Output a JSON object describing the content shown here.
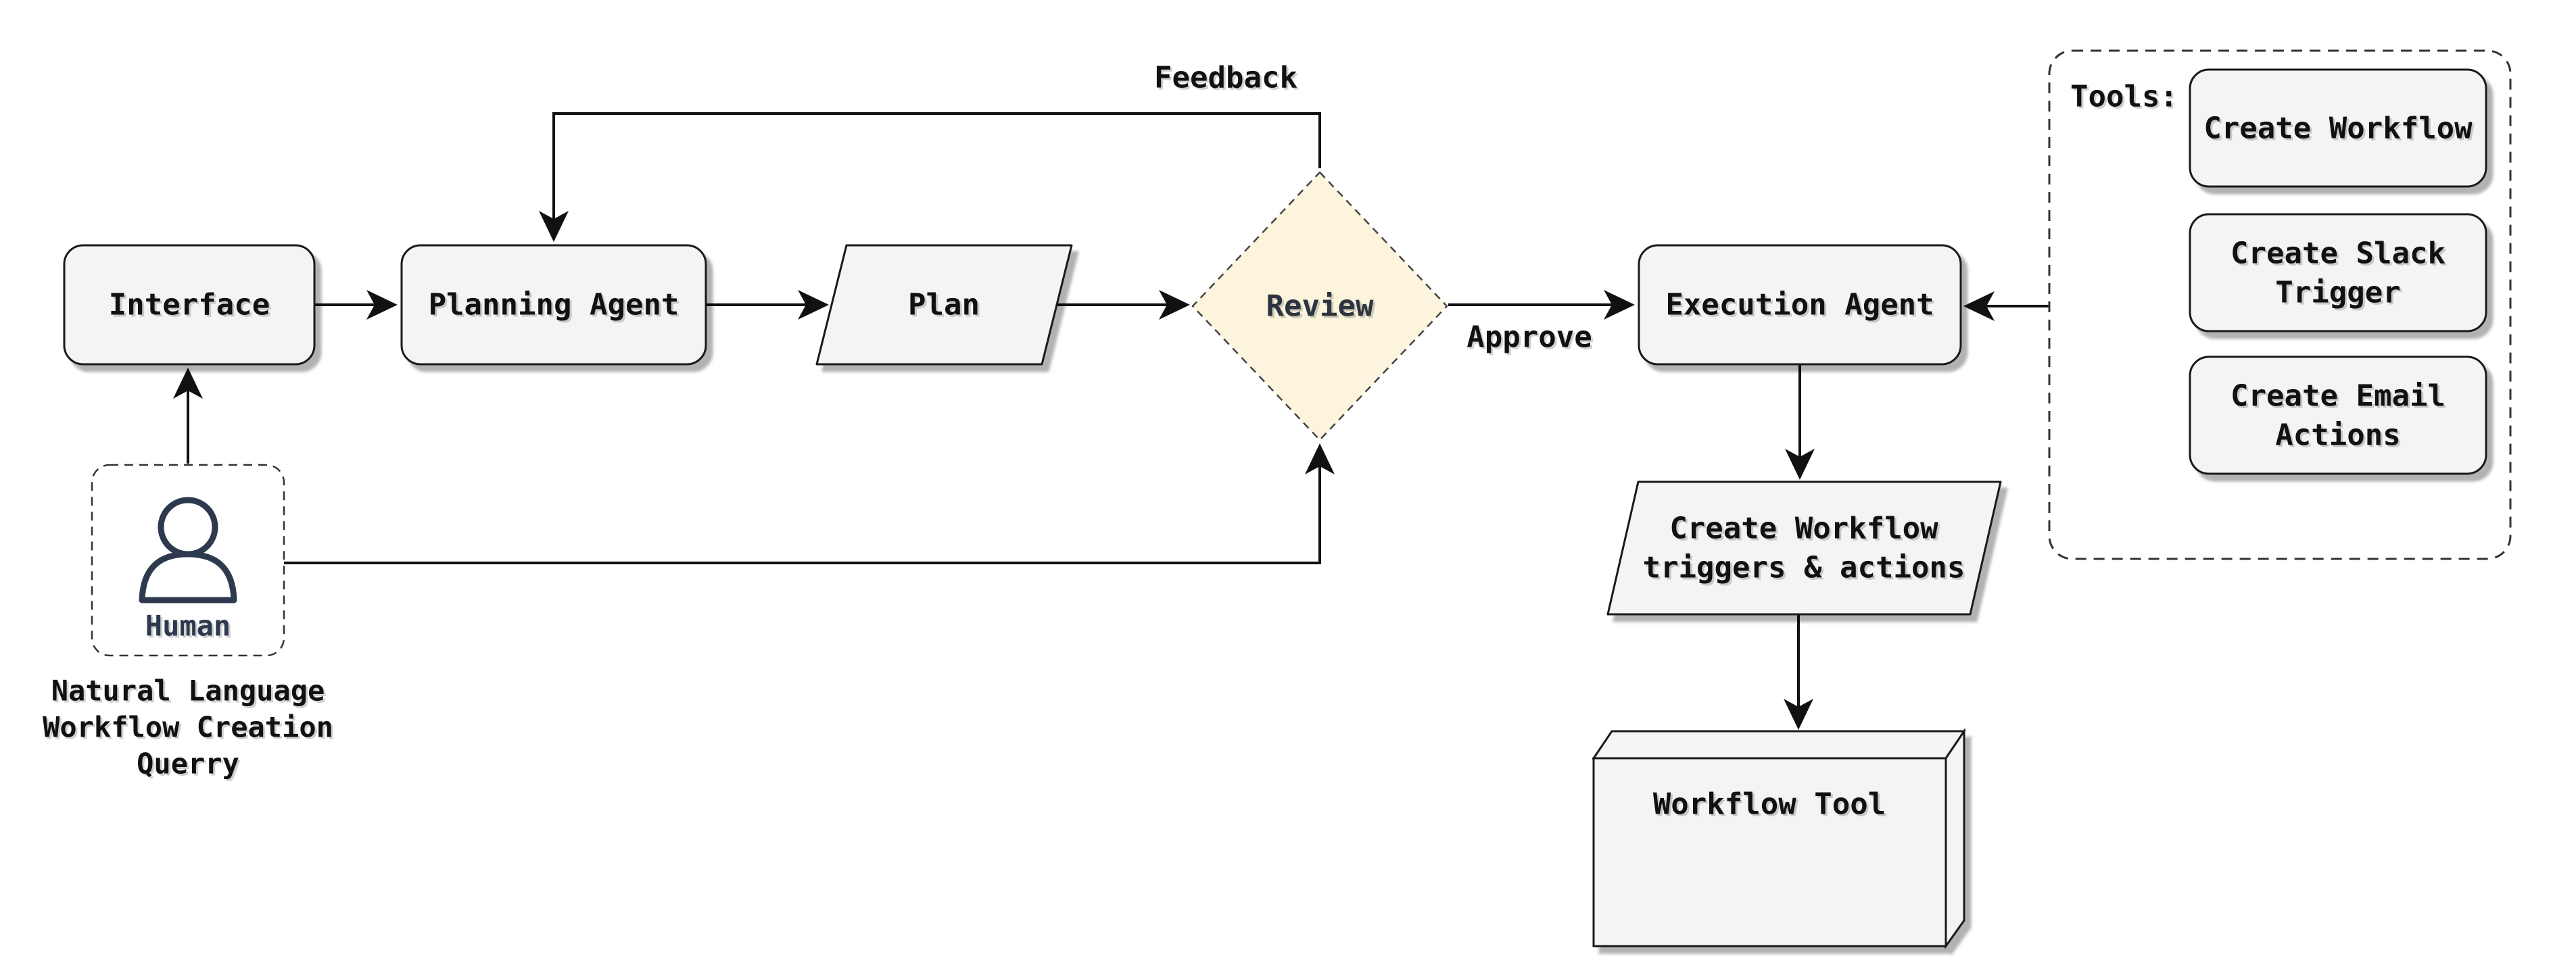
{
  "diagram": {
    "colors": {
      "node_fill": "#f4f4f4",
      "node_border": "#1a1a1a",
      "review_fill": "#fcf4dc",
      "accent_dark": "#2d3a4e",
      "edge": "#111111"
    },
    "nodes": {
      "interface": {
        "label": "Interface"
      },
      "planning_agent": {
        "label": "Planning Agent"
      },
      "plan": {
        "label": "Plan"
      },
      "review": {
        "label": "Review"
      },
      "execution_agent": {
        "label": "Execution Agent"
      },
      "create_triggers": {
        "line1": "Create Workflow",
        "line2": "triggers & actions"
      },
      "workflow_tool": {
        "label": "Workflow Tool"
      },
      "human": {
        "label": "Human"
      }
    },
    "caption": {
      "line1": "Natural Language",
      "line2": "Workflow Creation",
      "line3": "Querry"
    },
    "edges": {
      "feedback_label": "Feedback",
      "approve_label": "Approve"
    },
    "tools_panel": {
      "title": "Tools:",
      "items": [
        {
          "label": "Create Workflow"
        },
        {
          "line1": "Create Slack",
          "line2": "Trigger"
        },
        {
          "line1": "Create Email",
          "line2": "Actions"
        }
      ]
    }
  }
}
